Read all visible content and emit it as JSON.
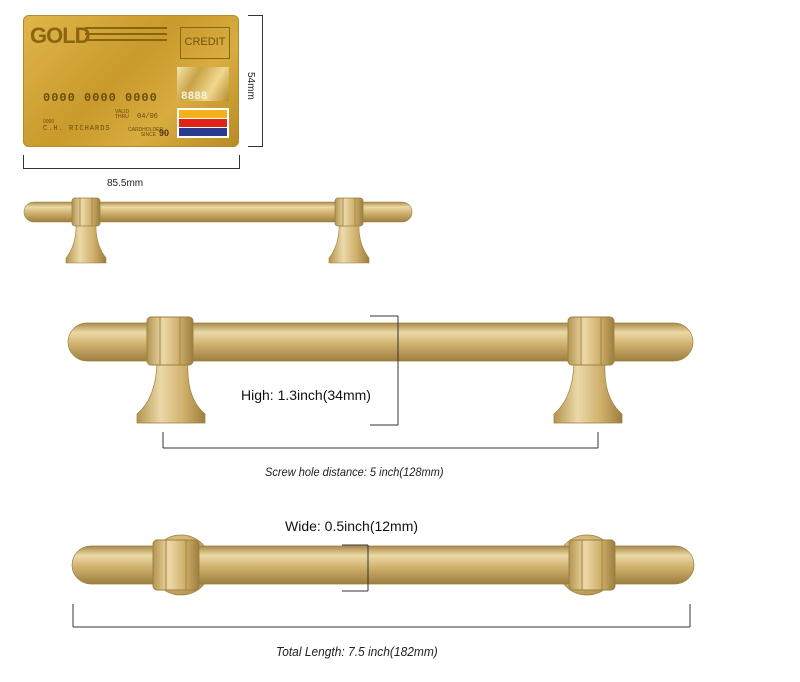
{
  "card": {
    "brand": "GOLD",
    "type_label": "CREDIT",
    "number": "0000 0000 0000",
    "code": "8888",
    "small_id": "0000",
    "valid_label": "VALID THRU",
    "valid_date": "04/06",
    "holder_name": "C.H. RICHARDS",
    "holder_since_label": "CARDHOLDER SINCE",
    "holder_since_year": "90",
    "flag_colors": [
      "#f2b21b",
      "#e2231a",
      "#2a3a8f"
    ]
  },
  "dimensions": {
    "card_height": "54mm",
    "card_width": "85.5mm",
    "high": "High: 1.3inch(34mm)",
    "screw_hole": "Screw hole distance: 5 inch(128mm)",
    "wide": "Wide: 0.5inch(12mm)",
    "total_length": "Total Length: 7.5 inch(182mm)"
  },
  "colors": {
    "brass": "#d1b270",
    "brass_light": "#ecd9a8",
    "brass_dark": "#a88a48",
    "card_gold": "#d6a93c"
  }
}
